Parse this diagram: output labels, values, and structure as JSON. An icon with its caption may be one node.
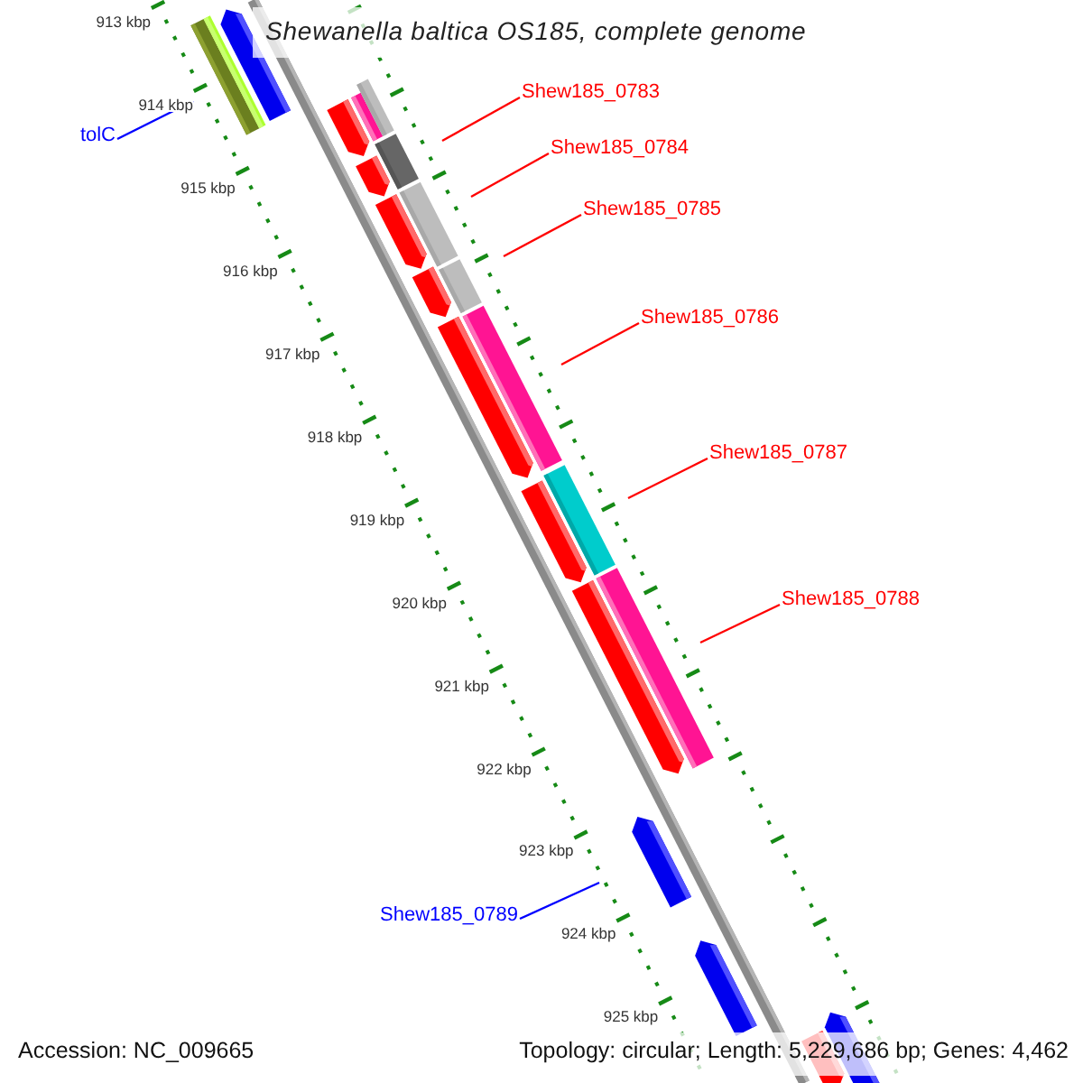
{
  "diagram": {
    "title": "Shewanella baltica OS185, complete genome",
    "nodes": [
      {
        "text": [
          "Shew185_0783"
        ]
      },
      {
        "text": [
          "tolC"
        ]
      },
      {
        "text": [
          "Shew185_0784"
        ]
      },
      {
        "text": [
          "Shew185_0785"
        ]
      },
      {
        "text": [
          "Shew185_0786"
        ]
      },
      {
        "text": [
          "Shew185_0787"
        ]
      },
      {
        "text": [
          "Shew185_0788"
        ]
      },
      {
        "text": [
          "Shew185_0789"
        ]
      },
      {
        "text": [],
        "shape": "bar"
      },
      {
        "text": [],
        "shape": "arrow"
      },
      {
        "text": [],
        "shape": "bar"
      },
      {
        "text": [],
        "shape": "arrow"
      },
      {
        "text": [],
        "shape": "bar"
      },
      {
        "text": [],
        "shape": "arrow"
      },
      {
        "text": [],
        "shape": "bar"
      },
      {
        "text": [],
        "shape": "arrow"
      },
      {
        "text": [],
        "shape": "arrow"
      },
      {
        "text": [],
        "shape": "bar"
      },
      {
        "text": [],
        "shape": "arrow"
      },
      {
        "text": [],
        "shape": "bar"
      },
      {
        "text": [],
        "shape": "bar"
      },
      {
        "text": [],
        "shape": "arrow"
      },
      {
        "text": [],
        "shape": "bar"
      },
      {
        "text": [],
        "shape": "arrow"
      },
      {
        "text": [],
        "shape": "arrow"
      },
      {
        "text": [],
        "shape": "arrow"
      },
      {
        "text": [],
        "shape": "arrow"
      },
      {
        "text": [],
        "shape": "arrow"
      }
    ],
    "edges": [
      {
        "from": 0,
        "to": 12,
        "arrow": "none"
      },
      {
        "from": 1,
        "to": 8,
        "arrow": "none",
        "color": "#0000ff"
      },
      {
        "from": 2,
        "to": 14,
        "arrow": "none"
      },
      {
        "from": 3,
        "to": 17,
        "arrow": "none"
      },
      {
        "from": 4,
        "to": 19,
        "arrow": "none"
      },
      {
        "from": 5,
        "to": 20,
        "arrow": "none"
      },
      {
        "from": 6,
        "to": 22,
        "arrow": "none"
      },
      {
        "from": 7,
        "to": 24,
        "arrow": "none",
        "color": "#0000ff"
      }
    ],
    "labels": [
      "913 kbp",
      "914 kbp",
      "915 kbp",
      "916 kbp",
      "917 kbp",
      "918 kbp",
      "919 kbp",
      "920 kbp",
      "921 kbp",
      "922 kbp",
      "923 kbp",
      "924 kbp",
      "925 kbp",
      "Accession: NC_009665",
      "Topology: circular; Length: 5,229,686 bp; Genes: 4,462"
    ]
  }
}
